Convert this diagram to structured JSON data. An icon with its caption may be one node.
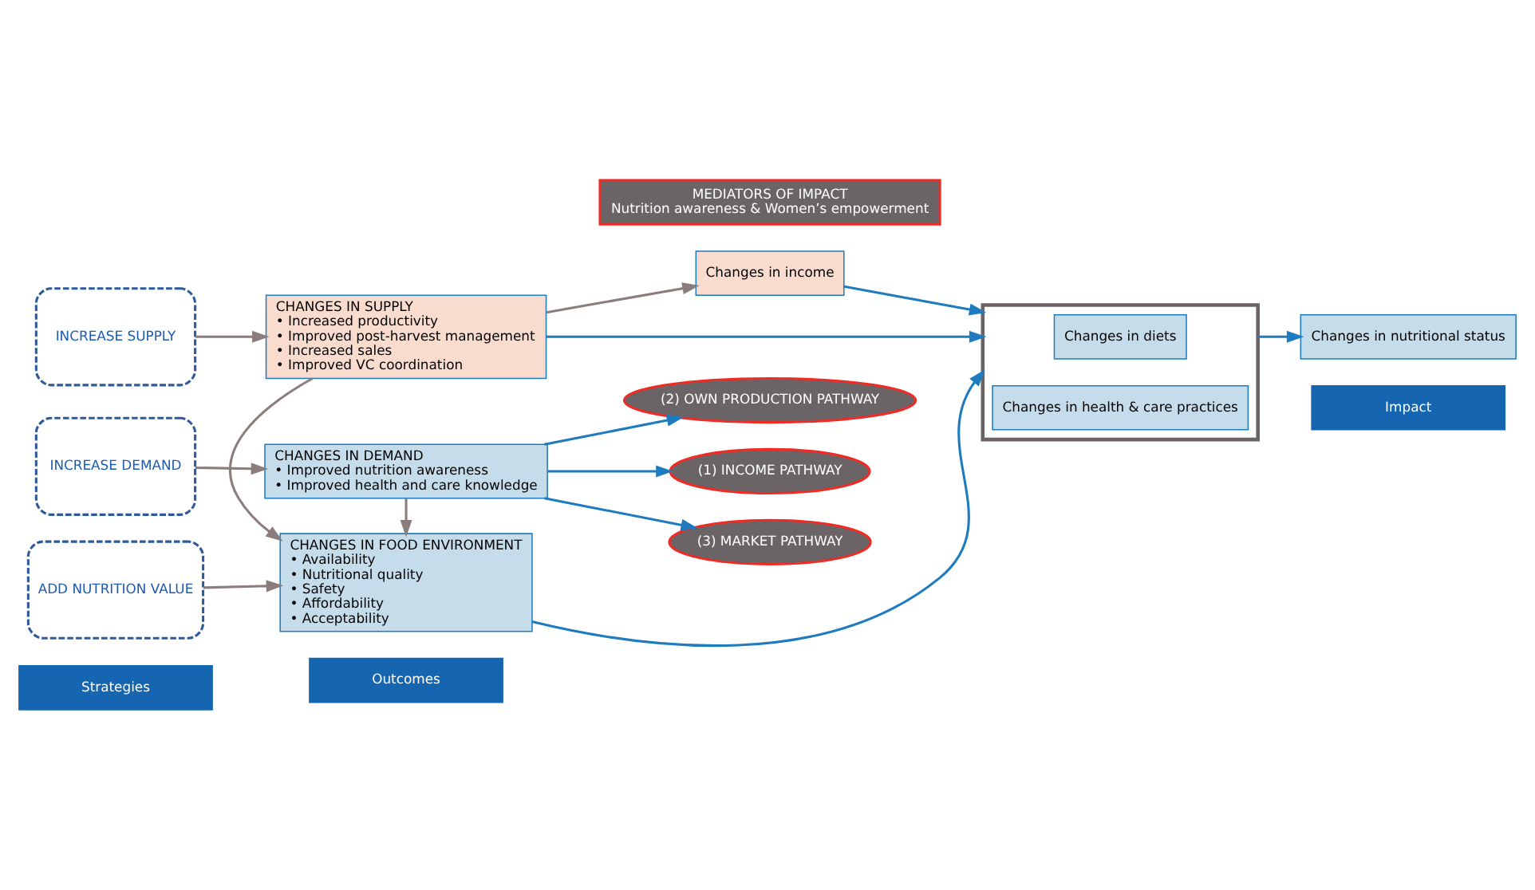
{
  "diagram": {
    "nodes": [
      {
        "text": [
          "Strategies"
        ]
      },
      {
        "text": [
          "Outcomes"
        ]
      },
      {
        "text": [
          "Impact"
        ]
      },
      {
        "text": [
          "INCREASE SUPPLY"
        ]
      },
      {
        "text": [
          "ADD NUTRITION VALUE"
        ]
      },
      {
        "text": [
          "INCREASE DEMAND"
        ]
      },
      {
        "text": [
          "CHANGES IN SUPPLY",
          "• Increased productivity",
          "• Improved post-harvest management",
          "• Increased sales",
          "• Improved VC coordination"
        ]
      },
      {
        "text": [
          "Changes in income"
        ]
      },
      {
        "text": [
          "(2) OWN PRODUCTION PATHWAY"
        ]
      },
      {
        "text": [
          "(1) INCOME PATHWAY"
        ]
      },
      {
        "text": [
          "CHANGES IN FOOD ENVIRONMENT",
          "• Availability",
          "• Nutritional quality",
          "• Safety",
          "• Affordability",
          "• Acceptability"
        ]
      },
      {
        "text": [
          "(3) MARKET PATHWAY"
        ]
      },
      {
        "text": [],
        "shape": "box"
      },
      {
        "text": [
          "Changes in diets"
        ],
        "in": 12
      },
      {
        "text": [
          "Changes in health & care practices"
        ],
        "in": 12
      },
      {
        "text": [
          "Changes in nutritional status"
        ]
      },
      {
        "text": [
          "CHANGES IN DEMAND",
          "• Improved nutrition awareness",
          "• Improved health and care knowledge"
        ]
      },
      {
        "text": [
          "MEDIATORS OF IMPACT",
          "Nutrition awareness & Women’s empowerment"
        ]
      }
    ],
    "edges": [
      {
        "from": 3,
        "to": 6,
        "arrow": "to",
        "color": "#8a7d7b"
      },
      {
        "from": 4,
        "to": 10,
        "arrow": "to",
        "color": "#8a7d7b"
      },
      {
        "from": 5,
        "to": 16,
        "arrow": "to",
        "color": "#8a7d7b"
      },
      {
        "from": 6,
        "to": 7,
        "arrow": "to",
        "color": "#8a7d7b"
      },
      {
        "from": 6,
        "to": 10,
        "arrow": "to",
        "color": "#8a7d7b"
      },
      {
        "from": 16,
        "to": 10,
        "arrow": "to",
        "color": "#8a7d7b"
      },
      {
        "from": 6,
        "to": 12,
        "arrow": "to"
      },
      {
        "from": 7,
        "to": 12,
        "arrow": "to"
      },
      {
        "from": 10,
        "to": 12,
        "arrow": "to"
      },
      {
        "from": 12,
        "to": 15,
        "arrow": "to"
      },
      {
        "from": 16,
        "to": 11,
        "arrow": "to"
      },
      {
        "from": 16,
        "to": 8,
        "arrow": "to"
      },
      {
        "from": 16,
        "to": 9,
        "arrow": "to"
      }
    ]
  }
}
